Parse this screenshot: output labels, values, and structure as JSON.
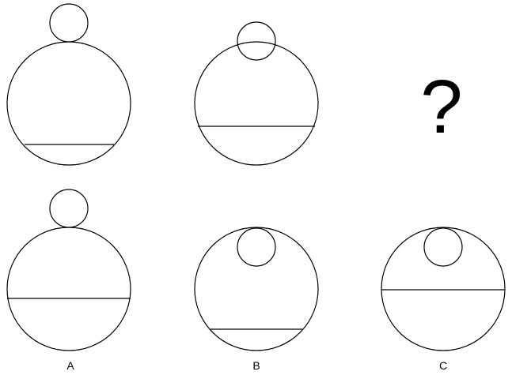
{
  "puzzle": {
    "question_mark": "?",
    "option_labels": [
      "A",
      "B",
      "C"
    ]
  },
  "colors": {
    "stroke": "#000000",
    "background": "#ffffff"
  }
}
